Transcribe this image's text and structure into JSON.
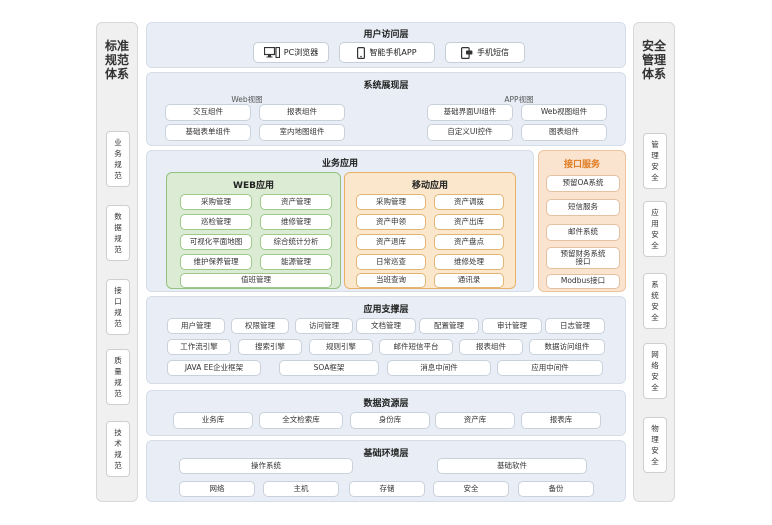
{
  "left_side": {
    "title_lines": [
      "标准",
      "规范",
      "体系"
    ],
    "items": [
      {
        "lines": [
          "业",
          "务",
          "规",
          "范"
        ]
      },
      {
        "lines": [
          "数",
          "据",
          "规",
          "范"
        ]
      },
      {
        "lines": [
          "接",
          "口",
          "规",
          "范"
        ]
      },
      {
        "lines": [
          "质",
          "量",
          "规",
          "范"
        ]
      },
      {
        "lines": [
          "技",
          "术",
          "规",
          "范"
        ]
      }
    ]
  },
  "right_side": {
    "title_lines": [
      "安全",
      "管理",
      "体系"
    ],
    "items": [
      {
        "lines": [
          "管",
          "理",
          "安",
          "全"
        ]
      },
      {
        "lines": [
          "应",
          "用",
          "安",
          "全"
        ]
      },
      {
        "lines": [
          "系",
          "统",
          "安",
          "全"
        ]
      },
      {
        "lines": [
          "网",
          "络",
          "安",
          "全"
        ]
      },
      {
        "lines": [
          "物",
          "理",
          "安",
          "全"
        ]
      }
    ]
  },
  "access_layer": {
    "title": "用户访问层",
    "items": [
      {
        "label": "PC浏览器",
        "icon": "desktop-icon"
      },
      {
        "label": "智能手机APP",
        "icon": "smartphone-icon"
      },
      {
        "label": "手机短信",
        "icon": "sms-icon"
      }
    ]
  },
  "display_layer": {
    "title": "系统展现层",
    "web_label": "Web视图",
    "app_label": "APP视图",
    "web_items": [
      "交互组件",
      "报表组件",
      "基础表单组件",
      "室内地图组件"
    ],
    "app_items": [
      "基础界面UI组件",
      "Web视图组件",
      "自定义UI控件",
      "图表组件"
    ]
  },
  "business_layer": {
    "title": "业务应用",
    "web": {
      "title": "WEB应用",
      "items": [
        "采购管理",
        "资产管理",
        "巡检管理",
        "维修管理",
        "可视化平面地图",
        "综合统计分析",
        "维护保养管理",
        "能源管理",
        "值班管理"
      ]
    },
    "mobile": {
      "title": "移动应用",
      "items": [
        "采购管理",
        "资产调拨",
        "资产申领",
        "资产出库",
        "资产退库",
        "资产盘点",
        "日常巡查",
        "维修处理",
        "当班查询",
        "通讯录"
      ]
    },
    "interface": {
      "title": "接口服务",
      "items": [
        "预留OA系统",
        "短信服务",
        "邮件系统",
        "预留财务系统接口",
        "Modbus接口"
      ],
      "finance_lines": [
        "预留财务系统",
        "接口"
      ]
    }
  },
  "support_layer": {
    "title": "应用支撑层",
    "row1": [
      "用户管理",
      "权限管理",
      "访问管理",
      "文档管理",
      "配置管理",
      "审计管理",
      "日志管理"
    ],
    "row2": [
      "工作流引擎",
      "搜索引擎",
      "规则引擎",
      "邮件短信平台",
      "报表组件",
      "数据访问组件"
    ],
    "row3": [
      "JAVA EE企业框架",
      "SOA框架",
      "消息中间件",
      "应用中间件"
    ]
  },
  "data_layer": {
    "title": "数据资源层",
    "items": [
      "业务库",
      "全文检索库",
      "身份库",
      "资产库",
      "报表库"
    ]
  },
  "base_layer": {
    "title": "基础环境层",
    "row1": [
      "操作系统",
      "基础软件"
    ],
    "row2": [
      "网络",
      "主机",
      "存储",
      "安全",
      "备份"
    ]
  },
  "colors": {
    "layer_bg": "#e9eef6",
    "green": "#dcebd3",
    "orange": "#fbe8cc",
    "interface_title": "#e07a1f"
  }
}
